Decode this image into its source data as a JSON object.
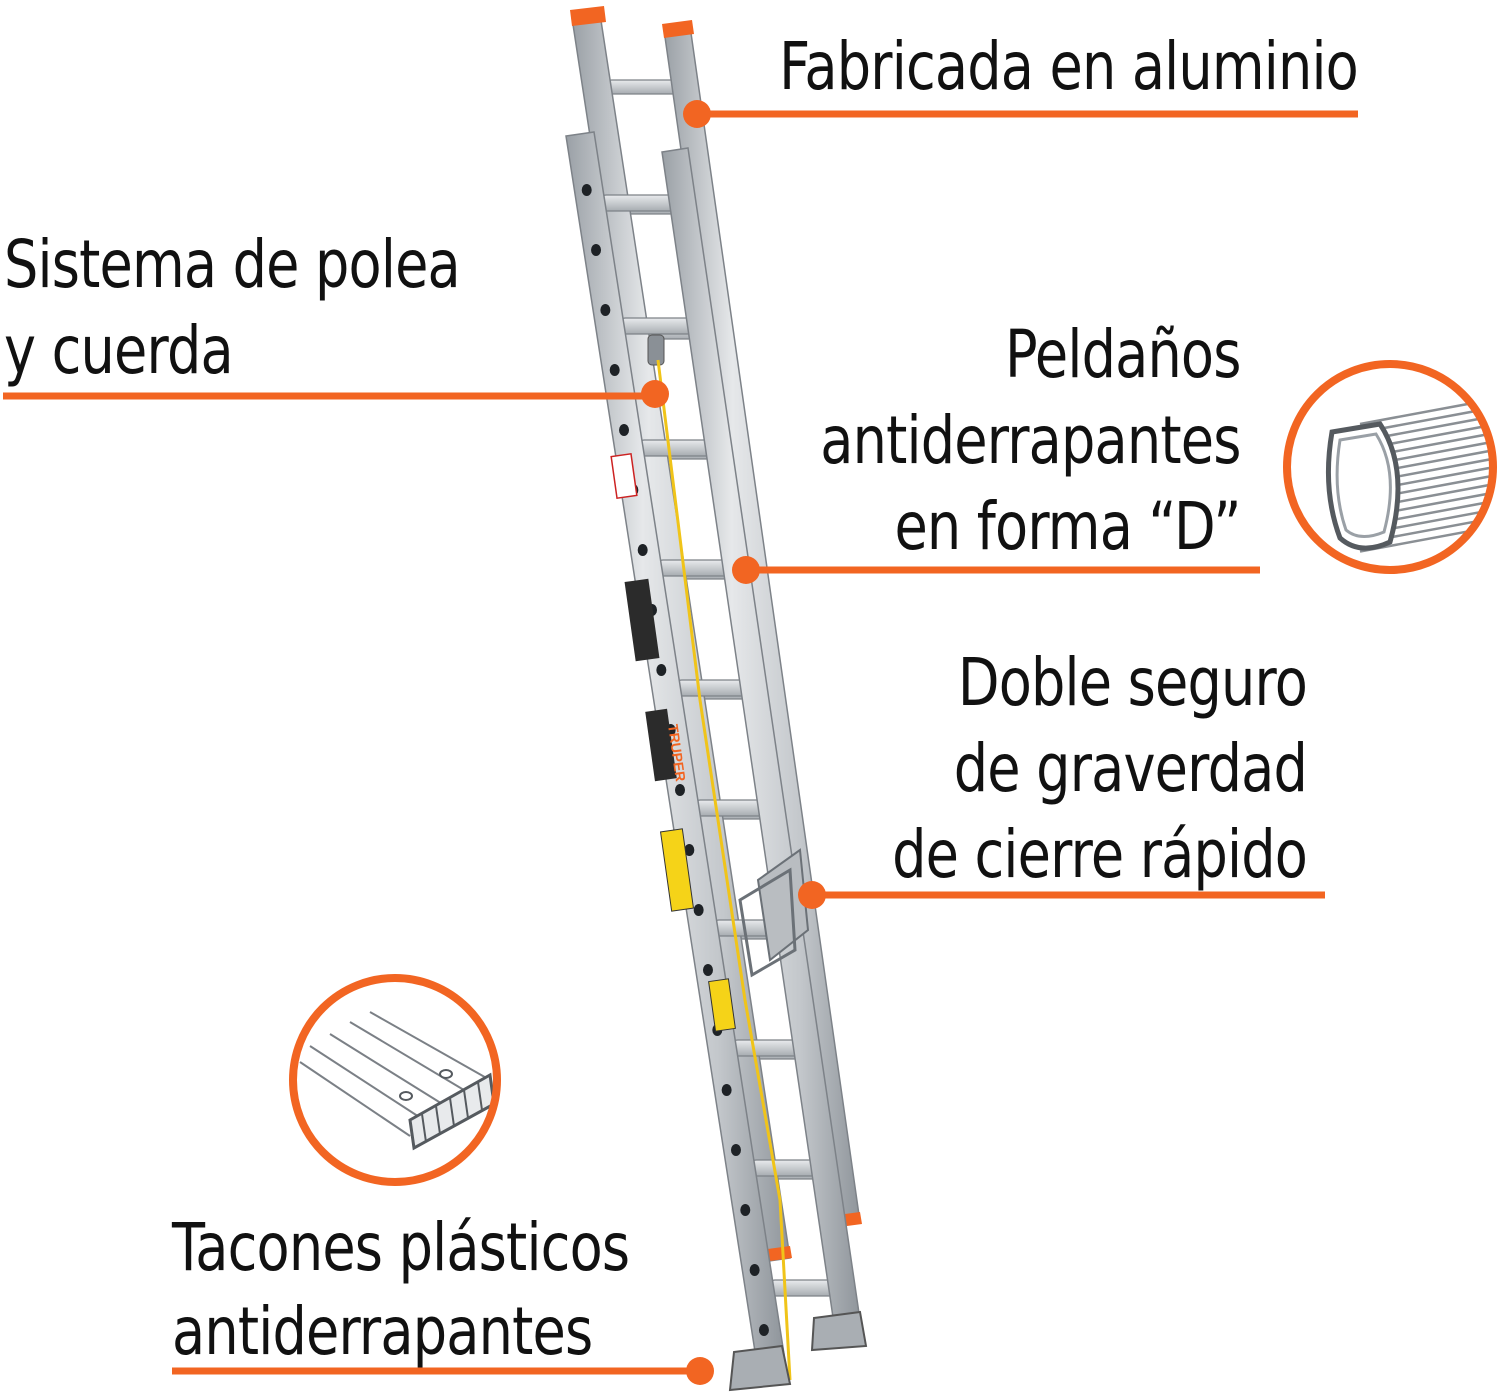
{
  "colors": {
    "accent": "#f26522",
    "text": "#111111",
    "aluminum": "#c9ccd0",
    "aluminum_dark": "#8e9398",
    "rope": "#f0c419"
  },
  "callouts": {
    "aluminio": {
      "lines": [
        "Fabricada en aluminio"
      ]
    },
    "polea": {
      "lines": [
        "Sistema de polea",
        "y cuerda"
      ]
    },
    "peldanos": {
      "lines": [
        "Peldaños",
        "antiderrapantes",
        "en forma “D”"
      ]
    },
    "seguro": {
      "lines": [
        "Doble seguro",
        "de graverdad",
        "de cierre rápido"
      ]
    },
    "tacones": {
      "lines": [
        "Tacones plásticos",
        "antiderrapantes"
      ]
    }
  },
  "ladder_brand": "TRUPER",
  "icons": [
    "d-rung-detail-icon",
    "plastic-foot-detail-icon"
  ]
}
